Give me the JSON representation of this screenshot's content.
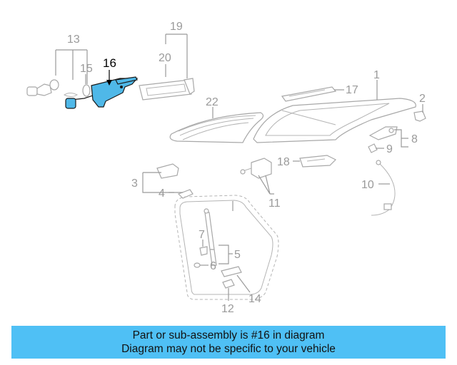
{
  "diagram": {
    "callouts": [
      "1",
      "2",
      "3",
      "4",
      "5",
      "6",
      "7",
      "8",
      "9",
      "10",
      "11",
      "12",
      "13",
      "14",
      "15",
      "16",
      "17",
      "18",
      "19",
      "20",
      "22"
    ],
    "highlighted": "16"
  },
  "banner": {
    "line1": "Part or sub-assembly is #16 in diagram",
    "line2": "Diagram may not be specific to your vehicle"
  },
  "colors": {
    "highlight": "#4fb8e8",
    "banner": "#4fc0f5",
    "line_art": "#a8a8a8"
  }
}
